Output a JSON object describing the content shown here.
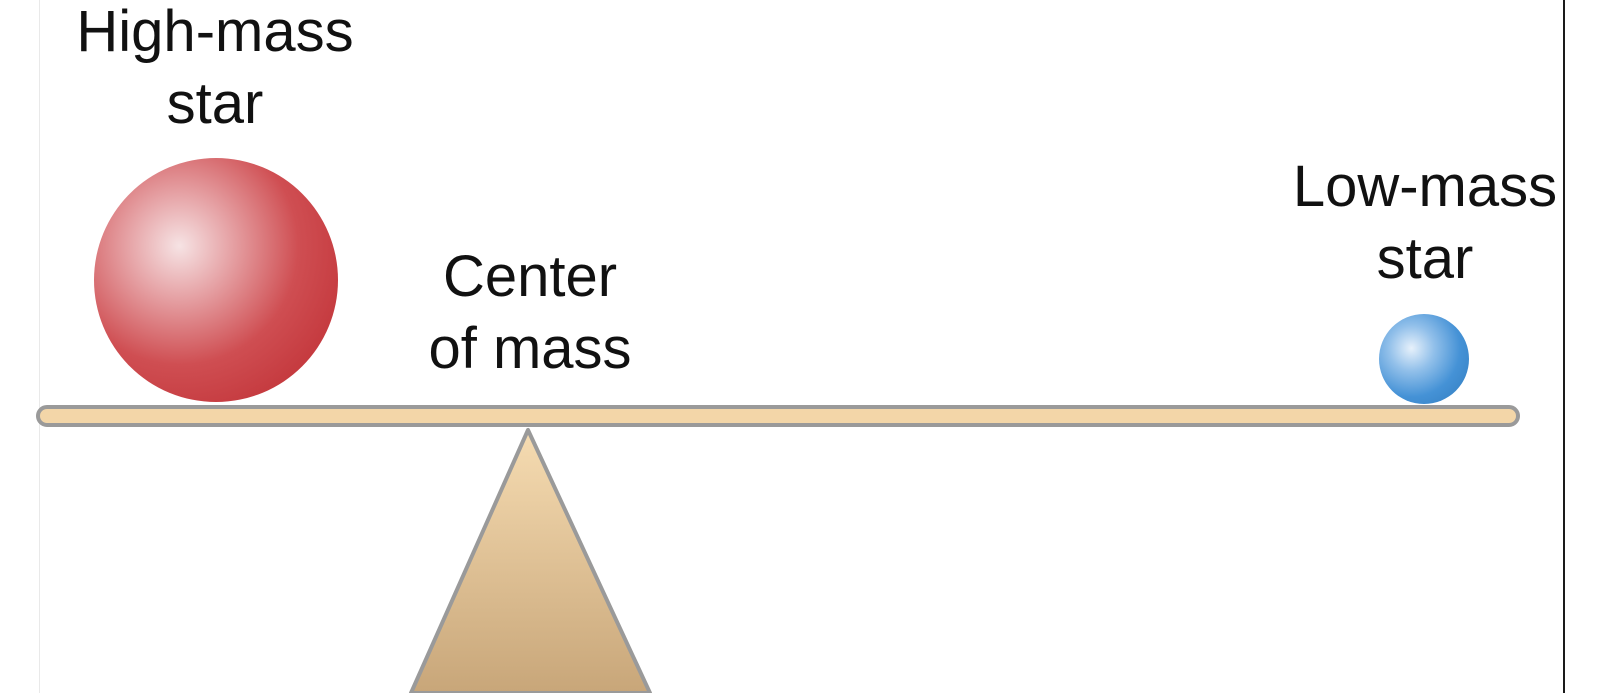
{
  "labels": {
    "high_mass": [
      "High-mass",
      "star"
    ],
    "center": [
      "Center",
      "of mass"
    ],
    "low_mass": [
      "Low-mass",
      "star"
    ]
  },
  "colors": {
    "high_mass_star": "#c8393d",
    "low_mass_star": "#3d8fd4",
    "beam_fill": "#f3d6a8",
    "beam_stroke": "#9a9a9a",
    "fulcrum_fill_top": "#f4d9ad",
    "fulcrum_fill_bottom": "#c9a77a",
    "text": "#111111",
    "border": "#1a1a1a"
  }
}
